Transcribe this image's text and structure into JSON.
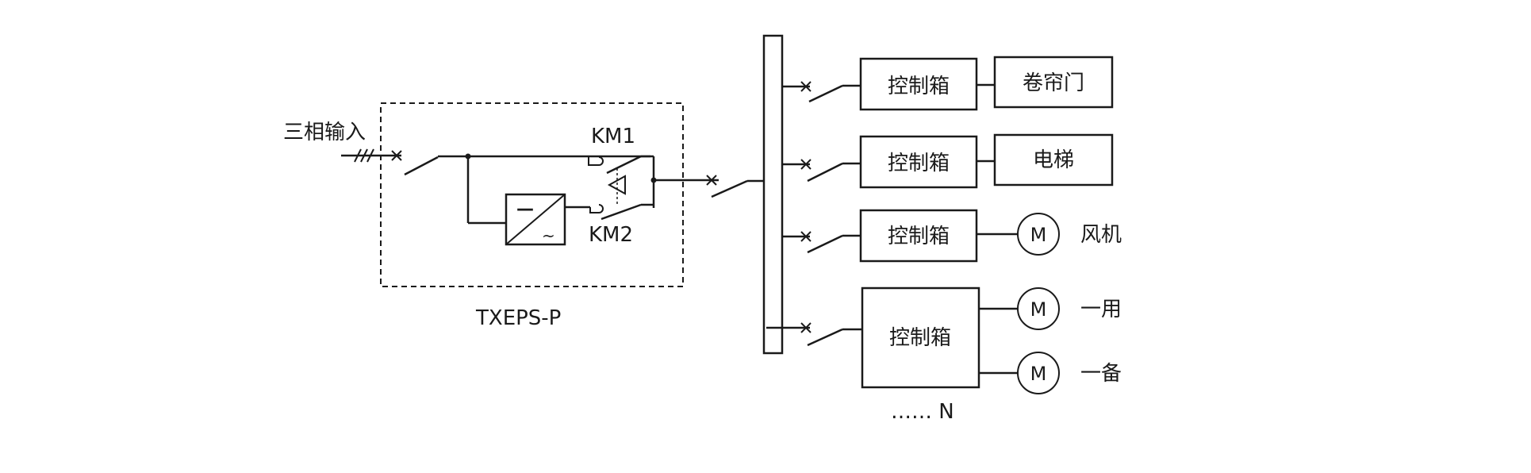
{
  "input_label": "三相输入",
  "eps_name": "TXEPS-P",
  "contactor_1": "KM1",
  "contactor_2": "KM2",
  "converter_dc": "—",
  "converter_ac": "~",
  "control_box": "控制箱",
  "load_rolling_door": "卷帘门",
  "load_elevator": "电梯",
  "motor_symbol": "M",
  "load_fan": "风机",
  "load_duty": "一用",
  "load_standby": "一备",
  "more_circuits": "…… N"
}
